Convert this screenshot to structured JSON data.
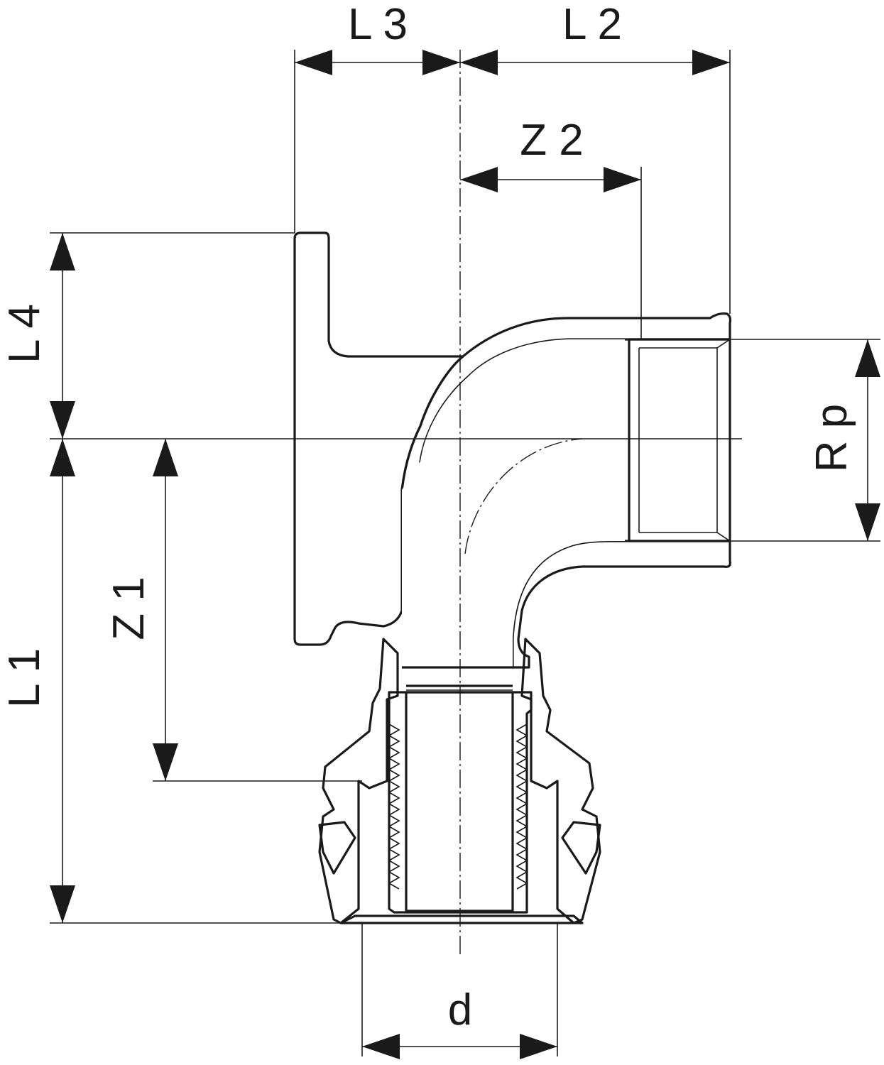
{
  "dimensions": {
    "l3": "L 3",
    "l2": "L 2",
    "z2": "Z 2",
    "l4": "L 4",
    "rp": "R p",
    "z1": "Z 1",
    "l1": "L 1",
    "d": "d"
  },
  "colors": {
    "line": "#1a1a1a",
    "background": "#ffffff"
  }
}
